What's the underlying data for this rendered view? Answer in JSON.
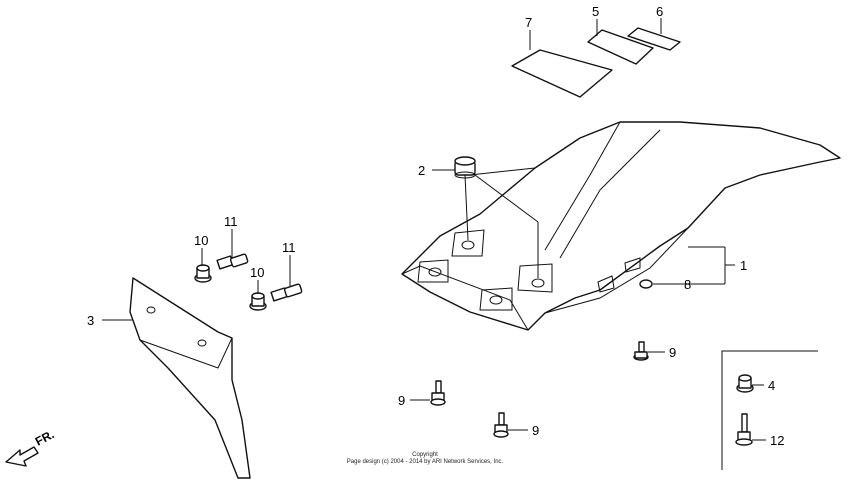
{
  "callouts": {
    "c1": "1",
    "c2": "2",
    "c3": "3",
    "c4": "4",
    "c5": "5",
    "c6": "6",
    "c7": "7",
    "c8": "8",
    "c9a": "9",
    "c9b": "9",
    "c9c": "9",
    "c10a": "10",
    "c10b": "10",
    "c11a": "11",
    "c11b": "11",
    "c12": "12"
  },
  "direction_label": "FR.",
  "copyright": {
    "line1": "Copyright",
    "line2": "Page design (c) 2004 - 2014 by ARI Network Services, Inc."
  }
}
